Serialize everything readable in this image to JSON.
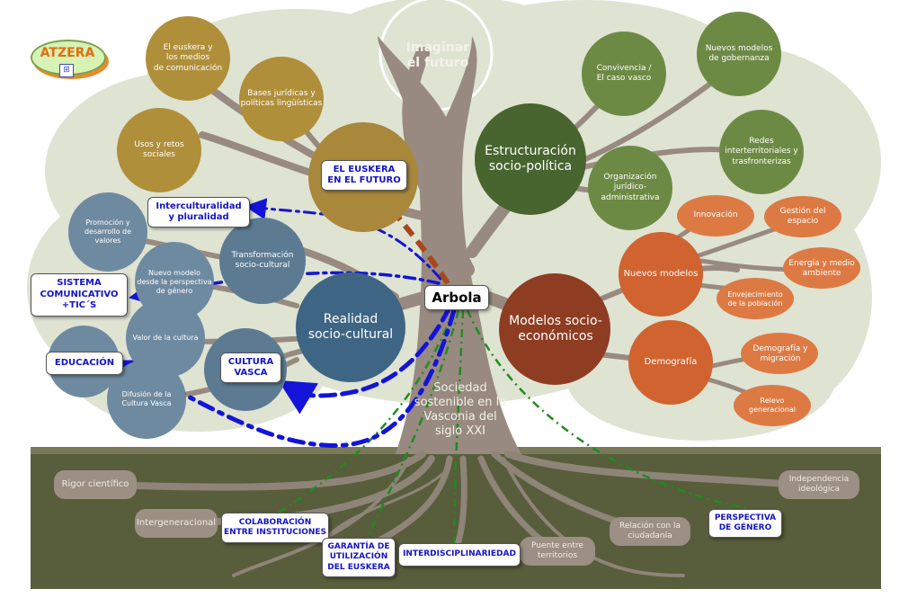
{
  "back_button": {
    "label": "ATZERA",
    "icon": "sitemap-icon"
  },
  "trunk": {
    "top": "Imaginar\nel futuro",
    "bottom": "Sociedad\nsostenible en la\nVasconia del\nsiglo XXI"
  },
  "circles": {
    "euskera_medios": "El euskera y\nlos medios\nde comunicación",
    "bases_juridicas": "Bases jurídicas y\npolíticas lingüísticas",
    "usos_retos": "Usos y retos\nsociales",
    "el_euskera_futuro_circle": "",
    "estructuracion": "Estructuración\nsocio-política",
    "convivencia": "Convivencia /\nEl caso vasco",
    "nuevos_modelos_gob": "Nuevos modelos\nde gobernanza",
    "redes": "Redes\ninterterritoriales y\ntrasfronterizas",
    "organizacion": "Organización\njurídico-\nadministrativa",
    "promocion": "Promoción y\ndesarrollo de\nvalores",
    "transformacion": "Transformación\nsocio-cultural",
    "nuevo_modelo_genero": "Nuevo modelo\ndesde la perspectiva\nde género",
    "realidad": "Realidad\nsocio-cultural",
    "valor_cultura": "Valor de la cultura",
    "difusion": "Difusión de la\nCultura Vasca",
    "modelos_socio": "Modelos socio-\neconómicos",
    "innovacion": "Innovación",
    "gestion_espacio": "Gestión del espacio",
    "nuevos_modelos": "Nuevos modelos",
    "energia": "Energía y medio\nambiente",
    "envejecimiento": "Envejecimiento\nde la población",
    "demografia": "Demografía",
    "demografia_migracion": "Demografía y\nmigración",
    "relevo": "Relevo\ngeneracional"
  },
  "roots": {
    "rigor": "Rigor científico",
    "intergeneracional": "Intergeneracional",
    "puente": "Puente entre\nterritorios",
    "relacion": "Relación con la\nciudadanía",
    "independencia": "Independencia\nideológica"
  },
  "links": {
    "arbola": "Arbola",
    "el_euskera": "EL EUSKERA\nEN EL FUTURO",
    "interculturalidad": "Interculturalidad\ny pluralidad",
    "sistema": "SISTEMA\nCOMUNICATIVO\n+TIC´S",
    "educacion": "EDUCACIÓN",
    "cultura_vasca": "CULTURA\nVASCA",
    "colaboracion": "COLABORACIÓN\nENTRE INSTITUCIONES",
    "garantia": "GARANTÍA DE\nUTILIZACIÓN\nDEL EUSKERA",
    "interdisciplinariedad": "INTERDISCIPLINARIEDAD",
    "perspectiva": "PERSPECTIVA\nDE GÉNERO"
  },
  "colors": {
    "gold": "#b08f3a",
    "dark_green": "#55713a",
    "mid_green": "#6d8a45",
    "slate_blue": "#5c7b93",
    "navy_blue": "#3e6584",
    "rust": "#8e3d22",
    "orange": "#dd7a43",
    "light_orange": "#e9966a",
    "trunk": "#988a80",
    "canopy": "#dfe3d2",
    "soil": "#4f5634",
    "arrow_blue": "#1414d8",
    "arrow_green": "#1f8c1f",
    "arrow_brown": "#a8461c"
  }
}
